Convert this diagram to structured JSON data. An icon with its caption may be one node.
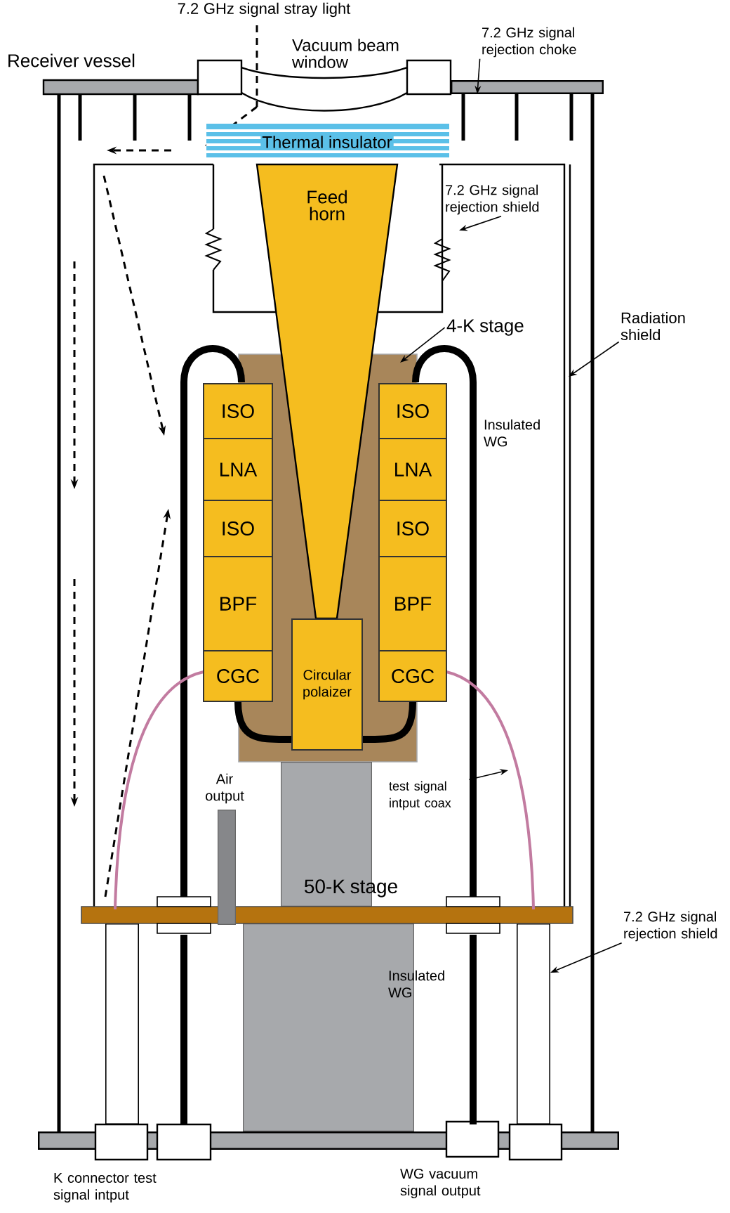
{
  "diagram": {
    "nodes": [
      {
        "text": [
          "Thermal insulator"
        ]
      },
      {
        "text": [
          "Feed horn"
        ]
      },
      {
        "text": [
          "ISO"
        ]
      },
      {
        "text": [
          "LNA"
        ]
      },
      {
        "text": [
          "ISO"
        ]
      },
      {
        "text": [
          "BPF"
        ]
      },
      {
        "text": [
          "CGC"
        ]
      },
      {
        "text": [
          "ISO"
        ]
      },
      {
        "text": [
          "LNA"
        ]
      },
      {
        "text": [
          "ISO"
        ]
      },
      {
        "text": [
          "BPF"
        ]
      },
      {
        "text": [
          "CGC"
        ]
      },
      {
        "text": [
          "Circular polaizer"
        ]
      },
      {
        "text": [
          "7.2 GHz signal rejection choke"
        ]
      },
      {
        "text": [
          "7.2 GHz signal rejection shield"
        ]
      },
      {
        "text": [
          "4-K stage"
        ]
      },
      {
        "text": [
          "Radiation shield"
        ]
      },
      {
        "text": [
          "test signal intput coax"
        ]
      },
      {
        "text": [
          "7.2 GHz signal rejection shield"
        ]
      },
      {
        "text": [],
        "shape": "bar"
      },
      {
        "text": [],
        "shape": "bar"
      },
      {
        "text": [],
        "shape": "bar"
      },
      {
        "text": [],
        "shape": "bar"
      },
      {
        "text": [],
        "shape": "bar"
      },
      {
        "text": [],
        "shape": "bar"
      },
      {
        "text": [],
        "shape": "bar"
      }
    ],
    "edges": [
      {
        "from": 13,
        "to": 19,
        "arrow": "to"
      },
      {
        "from": 14,
        "to": null,
        "arrow": "to"
      },
      {
        "from": 15,
        "to": null,
        "arrow": "to"
      },
      {
        "from": 16,
        "to": null,
        "arrow": "to"
      },
      {
        "from": 17,
        "to": null,
        "arrow": "to"
      },
      {
        "from": 18,
        "to": 24,
        "arrow": "to"
      },
      {
        "from": 6,
        "to": 12,
        "arrow": "none",
        "style": "thick"
      },
      {
        "from": 11,
        "to": 12,
        "arrow": "none",
        "style": "thick"
      }
    ],
    "labels": [
      "7.2 GHz signal stray light",
      "Receiver vessel",
      "Vacuum beam window",
      "Insulated WG",
      "Air output",
      "50-K stage",
      "Insulated WG",
      "K connector test signal intput",
      "WG vacuum signal output"
    ]
  }
}
